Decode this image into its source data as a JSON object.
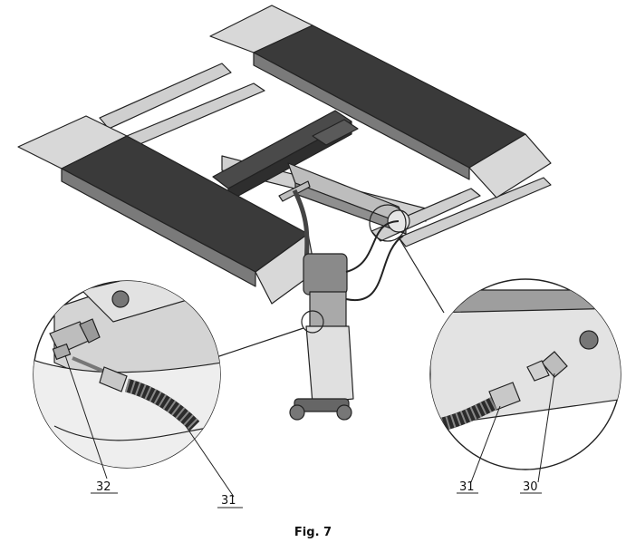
{
  "caption": "Fig. 7",
  "callouts": {
    "left_32": "32",
    "left_31": "31",
    "right_31": "31",
    "right_30": "30"
  },
  "colors": {
    "ramp_top": "#3a3a3a",
    "ramp_side": "#8a8a8a",
    "frame": "#c9c9c9",
    "line": "#222222",
    "hose": "#2b2b2b"
  }
}
